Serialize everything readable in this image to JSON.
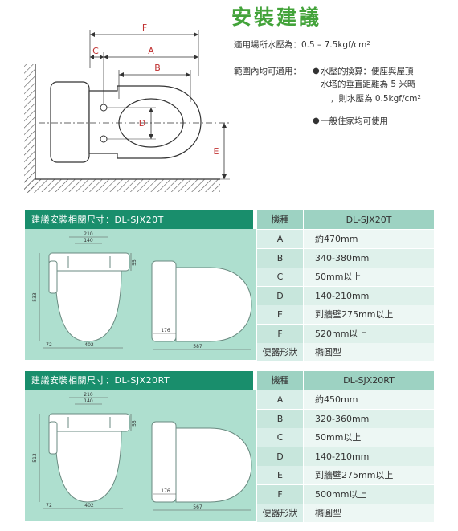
{
  "title": "安裝建議",
  "specs": {
    "pressure_label": "適用場所水壓為：",
    "pressure_value": "0.5 – 7.5kgf/cm",
    "pressure_sup": "2",
    "range_label": "範圍內均可適用：",
    "bullet1_line1": "水壓的換算：便座與屋頂",
    "bullet1_line2": "水塔的垂直距離為 5 米時",
    "bullet1_line3": "，則水壓為 0.5kgf/cm",
    "bullet1_sup": "2",
    "bullet2": "一般住家均可使用"
  },
  "top_diagram": {
    "F": "F",
    "C": "C",
    "A": "A",
    "B": "B",
    "D": "D",
    "E": "E"
  },
  "sections": [
    {
      "header": "建議安裝相關尺寸：DL-SJX20T",
      "dims": {
        "w210": "210",
        "w140": "140",
        "h55": "55",
        "h533": "533",
        "w72": "72",
        "w402": "402",
        "w176": "176",
        "w587": "587"
      },
      "table_head": {
        "key": "機種",
        "value": "DL-SJX20T"
      },
      "rows": [
        {
          "key": "A",
          "value": "約470mm"
        },
        {
          "key": "B",
          "value": "340-380mm"
        },
        {
          "key": "C",
          "value": "50mm以上"
        },
        {
          "key": "D",
          "value": "140-210mm"
        },
        {
          "key": "E",
          "value": "到牆壁275mm以上"
        },
        {
          "key": "F",
          "value": "520mm以上"
        },
        {
          "key": "便器形狀",
          "value": "橢圓型"
        }
      ]
    },
    {
      "header": "建議安裝相關尺寸：DL-SJX20RT",
      "dims": {
        "w210": "210",
        "w140": "140",
        "h55": "55",
        "h533": "513",
        "w72": "72",
        "w402": "402",
        "w176": "176",
        "w587": "567"
      },
      "table_head": {
        "key": "機種",
        "value": "DL-SJX20RT"
      },
      "rows": [
        {
          "key": "A",
          "value": "約450mm"
        },
        {
          "key": "B",
          "value": "320-360mm"
        },
        {
          "key": "C",
          "value": "50mm以上"
        },
        {
          "key": "D",
          "value": "140-210mm"
        },
        {
          "key": "E",
          "value": "到牆壁275mm以上"
        },
        {
          "key": "F",
          "value": "500mm以上"
        },
        {
          "key": "便器形狀",
          "value": "橢圓型"
        }
      ]
    }
  ]
}
